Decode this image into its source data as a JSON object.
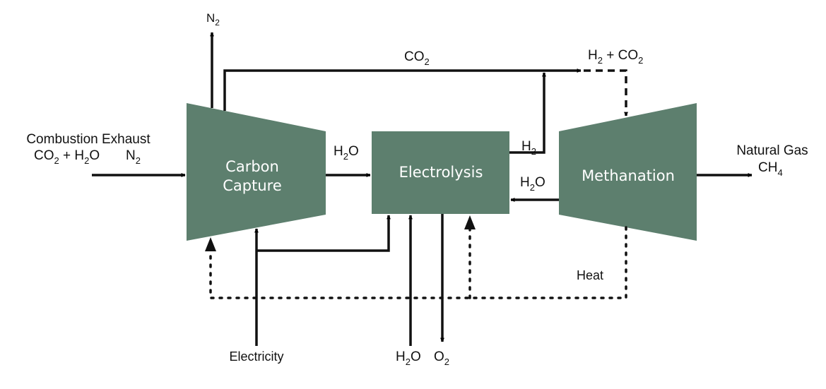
{
  "colors": {
    "block": "#5d7f6e",
    "line": "#111111",
    "block_text": "#ffffff"
  },
  "blocks": {
    "carbon_capture": [
      "Carbon",
      "Capture"
    ],
    "electrolysis": "Electrolysis",
    "methanation": "Methanation"
  },
  "labels": {
    "n2_out": {
      "main": "N",
      "sub": "2"
    },
    "co2_top": {
      "main": "CO",
      "sub": "2"
    },
    "h2_co2": {
      "a": "H",
      "a_sub": "2",
      "mid": " + CO",
      "b_sub": "2"
    },
    "exhaust_title": "Combustion Exhaust",
    "exhaust_co2": {
      "main": "CO",
      "sub": "2"
    },
    "exhaust_plus_h2o": {
      "a": " + H",
      "a_sub": "2",
      "b": "O"
    },
    "exhaust_n2": {
      "main": "N",
      "sub": "2"
    },
    "h2o_mid": {
      "a": "H",
      "a_sub": "2",
      "b": "O"
    },
    "h2_right": {
      "main": "H",
      "sub": "2"
    },
    "h2o_return": {
      "a": "H",
      "a_sub": "2",
      "b": "O"
    },
    "natural_gas": "Natural Gas",
    "ch4": {
      "main": "CH",
      "sub": "4"
    },
    "heat": "Heat",
    "electricity": "Electricity",
    "h2o_bottom": {
      "a": "H",
      "a_sub": "2",
      "b": "O"
    },
    "o2_bottom": {
      "main": "O",
      "sub": "2"
    }
  }
}
